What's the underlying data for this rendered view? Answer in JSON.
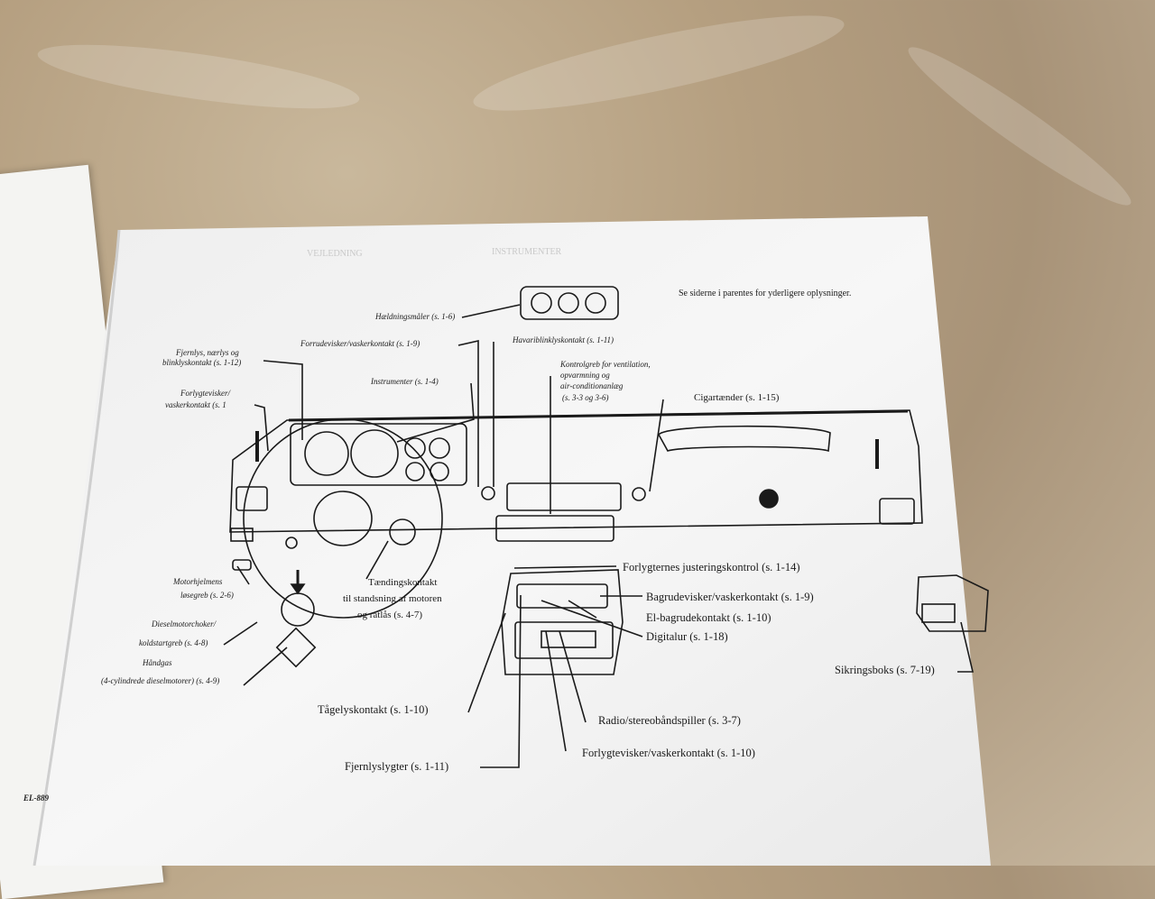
{
  "header_note": "Se siderne i parentes for yderligere oplysninger.",
  "labels": {
    "haeldningsmaaler": "Hældningsmåler (s. 1-6)",
    "forrude": "Forrudevisker/vaskerkontakt (s. 1-9)",
    "havari": "Havariblinklyskontakt (s. 1-11)",
    "fjernlys_1": "Fjernlys, nærlys og",
    "fjernlys_2": "blinklyskontakt (s. 1-12)",
    "instrumenter": "Instrumenter (s. 1-4)",
    "kontrol_1": "Kontrolgreb for ventilation,",
    "kontrol_2": "opvarmning og",
    "kontrol_3": "air-conditionanlæg",
    "kontrol_4": "(s. 3-3 og 3-6)",
    "forlygte_v_1": "Forlygtevisker/",
    "forlygte_v_2": "vaskerkontakt (s. 1",
    "cigar": "Cigartænder (s. 1-15)",
    "justering": "Forlygternes justeringskontrol (s. 1-14)",
    "bagrude": "Bagrudevisker/vaskerkontakt (s. 1-9)",
    "el_bagrude": "El-bagrudekontakt (s. 1-10)",
    "digitalur": "Digitalur (s. 1-18)",
    "motorhjelm_1": "Motorhjelmens",
    "motorhjelm_2": "løsegreb (s. 2-6)",
    "diesel_1": "Dieselmotorchoker/",
    "diesel_2": "koldstartgreb (s. 4-8)",
    "haandgas_1": "Håndgas",
    "haandgas_2": "(4-cylindrede dieselmotorer) (s. 4-9)",
    "taending_1": "Tændingskontakt",
    "taending_2": "til standsning af motoren",
    "taending_3": "og ratlås (s. 4-7)",
    "sikring": "Sikringsboks (s. 7-19)",
    "taagelys": "Tågelyskontakt (s. 1-10)",
    "radio": "Radio/stereobåndspiller (s. 3-7)",
    "fjernlyslygter": "Fjernlyslygter (s. 1-11)",
    "forlygte_v_full": "Forlygtevisker/vaskerkontakt (s. 1-10)",
    "page_number": "EL-889"
  }
}
